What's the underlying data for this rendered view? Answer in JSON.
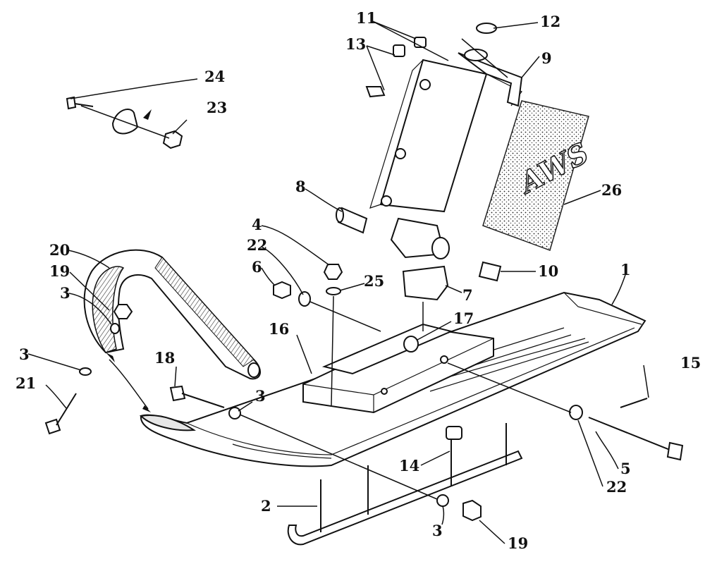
{
  "callouts": [
    {
      "id": "c1",
      "text": "1"
    },
    {
      "id": "c2",
      "text": "2"
    },
    {
      "id": "c3a",
      "text": "3"
    },
    {
      "id": "c3b",
      "text": "3"
    },
    {
      "id": "c3c",
      "text": "3"
    },
    {
      "id": "c3d",
      "text": "3"
    },
    {
      "id": "c4",
      "text": "4"
    },
    {
      "id": "c5",
      "text": "5"
    },
    {
      "id": "c6",
      "text": "6"
    },
    {
      "id": "c7",
      "text": "7"
    },
    {
      "id": "c8",
      "text": "8"
    },
    {
      "id": "c9",
      "text": "9"
    },
    {
      "id": "c10",
      "text": "10"
    },
    {
      "id": "c11",
      "text": "11"
    },
    {
      "id": "c12",
      "text": "12"
    },
    {
      "id": "c13",
      "text": "13"
    },
    {
      "id": "c14",
      "text": "14"
    },
    {
      "id": "c15",
      "text": "15"
    },
    {
      "id": "c16",
      "text": "16"
    },
    {
      "id": "c17",
      "text": "17"
    },
    {
      "id": "c18",
      "text": "18"
    },
    {
      "id": "c19a",
      "text": "19"
    },
    {
      "id": "c19b",
      "text": "19"
    },
    {
      "id": "c20",
      "text": "20"
    },
    {
      "id": "c21",
      "text": "21"
    },
    {
      "id": "c22a",
      "text": "22"
    },
    {
      "id": "c22b",
      "text": "22"
    },
    {
      "id": "c23",
      "text": "23"
    },
    {
      "id": "c24",
      "text": "24"
    },
    {
      "id": "c25",
      "text": "25"
    },
    {
      "id": "c26",
      "text": "26"
    }
  ],
  "decal_text": "AWS"
}
